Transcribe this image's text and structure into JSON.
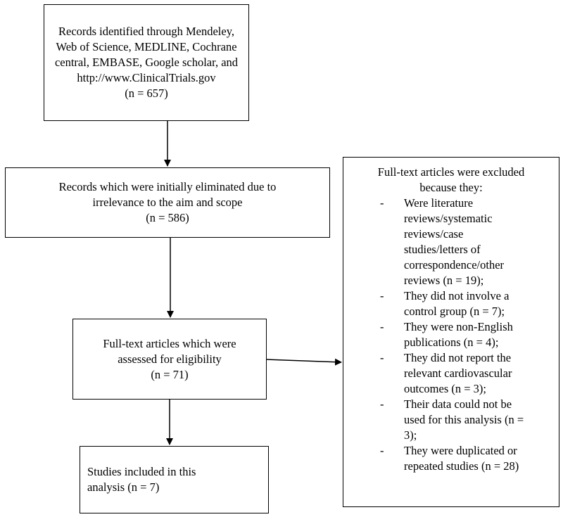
{
  "boxes": {
    "records_identified": {
      "lines": [
        "Records identified through Mendeley,",
        "Web of Science, MEDLINE, Cochrane",
        "central, EMBASE, Google scholar, and",
        "http://www.ClinicalTrials.gov",
        "(n = 657)"
      ]
    },
    "records_eliminated": {
      "lines": [
        "Records which were initially eliminated due to",
        "irrelevance to the aim and scope",
        "(n = 586)"
      ]
    },
    "fulltext_assessed": {
      "lines": [
        "Full-text articles which were",
        "assessed for eligibility",
        "(n = 71)"
      ]
    },
    "studies_included": {
      "lines": [
        "Studies included in this",
        "analysis (n = 7)"
      ]
    },
    "excluded": {
      "heading": [
        "Full-text articles were excluded",
        "because they:"
      ],
      "bullet_marker": "-",
      "items": [
        {
          "lines": [
            "Were literature",
            "reviews/systematic",
            "reviews/case",
            "studies/letters of",
            "correspondence/other",
            "reviews (n = 19);"
          ]
        },
        {
          "lines": [
            "They did not involve a",
            "control group (n = 7);"
          ]
        },
        {
          "lines": [
            "They were non-English",
            "publications (n = 4);"
          ]
        },
        {
          "lines": [
            "They did not report the",
            "relevant cardiovascular",
            "outcomes (n = 3);"
          ]
        },
        {
          "lines": [
            "Their data could not be",
            "used for this analysis (n =",
            "3);"
          ]
        },
        {
          "lines": [
            "They were duplicated or",
            "repeated studies (n = 28)"
          ]
        }
      ]
    }
  }
}
